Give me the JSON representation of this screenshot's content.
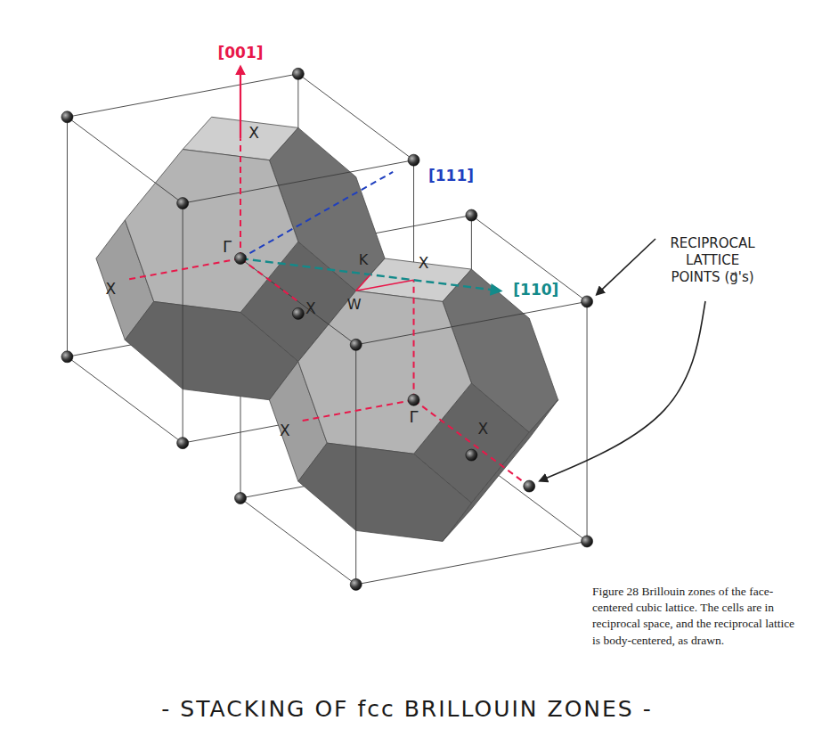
{
  "diagram": {
    "title": "- STACKING OF fcc BRILLOUIN ZONES -",
    "caption": "Figure 28 Brillouin zones of the face-centered cubic lattice. The cells are in reciprocal space, and the reciprocal lattice is body-centered, as drawn.",
    "labels": [
      "[001]",
      "[111]",
      "[110]",
      "RECIPROCAL LATTICE POINTS (g⃗'s)",
      "Γ",
      "Γ",
      "X",
      "X",
      "X",
      "X",
      "X",
      "X",
      "K",
      "W"
    ]
  }
}
